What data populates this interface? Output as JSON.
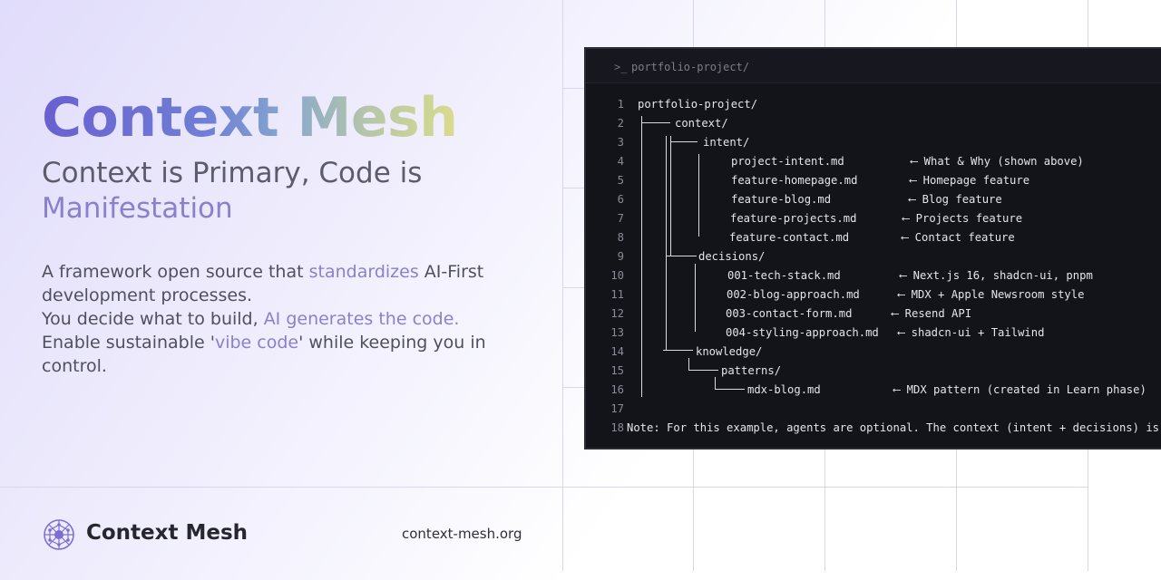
{
  "hero": {
    "title": "Context Mesh",
    "subtitle_part1": "Context is Primary, Code is ",
    "subtitle_accent": "Manifestation",
    "desc_1a": "A framework open source that ",
    "desc_1b": "standardizes",
    "desc_1c": " AI-First development processes.",
    "desc_2a": "You decide what to build, ",
    "desc_2b": "AI generates the code.",
    "desc_3a": "Enable sustainable '",
    "desc_3b": "vibe code",
    "desc_3c": "' while keeping you in control."
  },
  "footer": {
    "brand": "Context Mesh",
    "logo_icon": "mesh-network-icon",
    "site": "context-mesh.org"
  },
  "terminal": {
    "prompt_icon": "terminal-prompt-icon",
    "path": "portfolio-project/",
    "lines": [
      {
        "n": "1",
        "text": "portfolio-project/",
        "comment": ""
      },
      {
        "n": "2",
        "text": "context/",
        "comment": ""
      },
      {
        "n": "3",
        "text": "intent/",
        "comment": ""
      },
      {
        "n": "4",
        "text": "project-intent.md",
        "comment": "⟵ What & Why (shown above)"
      },
      {
        "n": "5",
        "text": "feature-homepage.md",
        "comment": "⟵ Homepage feature"
      },
      {
        "n": "6",
        "text": "feature-blog.md",
        "comment": "⟵ Blog feature"
      },
      {
        "n": "7",
        "text": "feature-projects.md",
        "comment": "⟵ Projects feature"
      },
      {
        "n": "8",
        "text": "feature-contact.md",
        "comment": "⟵ Contact feature"
      },
      {
        "n": "9",
        "text": "decisions/",
        "comment": ""
      },
      {
        "n": "10",
        "text": "001-tech-stack.md",
        "comment": "⟵ Next.js 16, shadcn-ui, pnpm"
      },
      {
        "n": "11",
        "text": "002-blog-approach.md",
        "comment": "⟵ MDX + Apple Newsroom style"
      },
      {
        "n": "12",
        "text": "003-contact-form.md",
        "comment": "⟵ Resend API"
      },
      {
        "n": "13",
        "text": "004-styling-approach.md",
        "comment": "⟵ shadcn-ui + Tailwind"
      },
      {
        "n": "14",
        "text": "knowledge/",
        "comment": ""
      },
      {
        "n": "15",
        "text": "patterns/",
        "comment": ""
      },
      {
        "n": "16",
        "text": "mdx-blog.md",
        "comment": "⟵ MDX pattern (created in Learn phase)"
      },
      {
        "n": "17",
        "text": "",
        "comment": ""
      },
      {
        "n": "18",
        "text": "Note: For this example, agents are optional. The context (intent + decisions) is",
        "comment": ""
      }
    ]
  }
}
